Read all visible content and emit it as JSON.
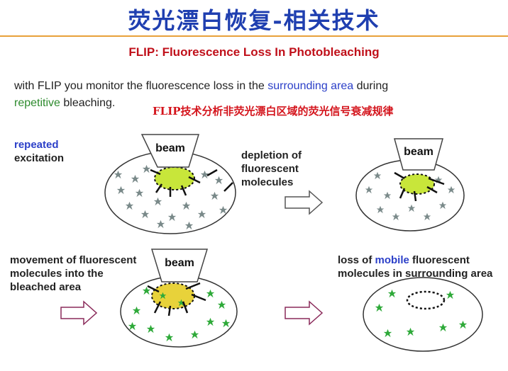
{
  "title": "荧光漂白恢复-相关技术",
  "subtitle": "FLIP: Fluorescence Loss In Photobleaching",
  "intro": {
    "part1": "with FLIP you monitor the fluorescence loss in the ",
    "highlight1": "surrounding area",
    "part2": " during ",
    "highlight2": "repetitive",
    "part3": " bleaching."
  },
  "cn_note": "FLIP技术分析非荧光漂白区域的荧光信号衰减规律",
  "labels": {
    "repeated": "repeated",
    "excitation": "excitation",
    "depletion": "depletion of\nfluorescent\nmolecules",
    "movement": "movement of fluorescent\nmolecules into the\nbleached area",
    "loss_prefix": "loss of ",
    "loss_mobile": "mobile",
    "loss_rest": " fluorescent",
    "loss_line2": "molecules in surrounding area",
    "beam": "beam"
  },
  "colors": {
    "title": "#1f3fb0",
    "subtitle": "#c0101a",
    "note": "#d4141c",
    "molecule_green": "#2faa3a",
    "molecule_gray": "#7a8a8a",
    "spot_yellow_green": "#c8e63a",
    "spot_yellow": "#e8d23a",
    "arrow_outline": "#8a2a5a"
  }
}
